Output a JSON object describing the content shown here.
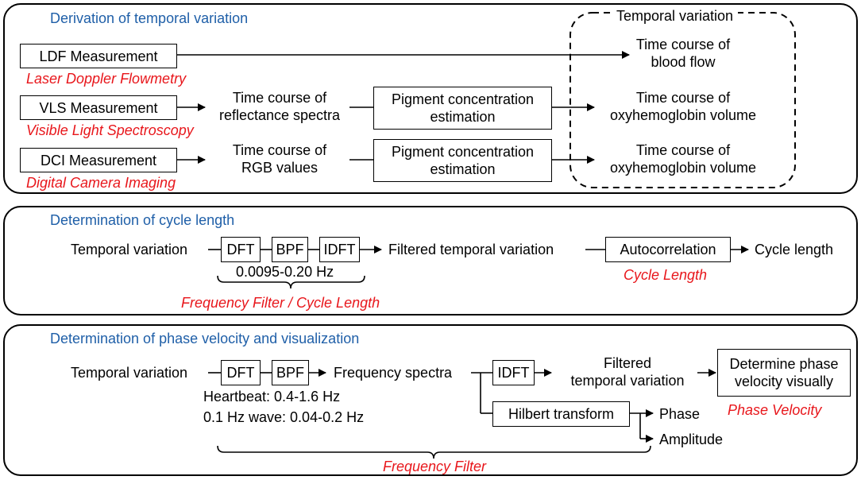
{
  "panel1": {
    "title": "Derivation of temporal variation",
    "ldf": {
      "box": "LDF Measurement",
      "note": "Laser Doppler Flowmetry"
    },
    "vls": {
      "box": "VLS Measurement",
      "note": "Visible Light Spectroscopy"
    },
    "dci": {
      "box": "DCI Measurement",
      "note": "Digital Camera Imaging"
    },
    "vls_out_1": "Time course of",
    "vls_out_2": "reflectance spectra",
    "dci_out_1": "Time course of",
    "dci_out_2": "RGB values",
    "pigment_1": "Pigment concentration",
    "pigment_2": "estimation",
    "temporal_group": "Temporal variation",
    "blood_1": "Time course of",
    "blood_2": "blood flow",
    "oxy_1": "Time course of",
    "oxy_2": "oxyhemoglobin volume"
  },
  "panel2": {
    "title": "Determination of cycle length",
    "input": "Temporal variation",
    "dft": "DFT",
    "bpf": "BPF",
    "idft": "IDFT",
    "band": "0.0095-0.20 Hz",
    "filter_note": "Frequency Filter / Cycle Length",
    "filtered": "Filtered temporal variation",
    "autocorr": "Autocorrelation",
    "autocorr_note": "Cycle Length",
    "output": "Cycle length"
  },
  "panel3": {
    "title": "Determination of phase velocity and visualization",
    "input": "Temporal variation",
    "dft": "DFT",
    "bpf": "BPF",
    "spectra": "Frequency spectra",
    "heartbeat": "Heartbeat: 0.4-1.6 Hz",
    "wave": "0.1 Hz wave: 0.04-0.2 Hz",
    "idft": "IDFT",
    "filtered_1": "Filtered",
    "filtered_2": "temporal variation",
    "hilbert": "Hilbert transform",
    "phase": "Phase",
    "amplitude": "Amplitude",
    "determine_1": "Determine phase",
    "determine_2": "velocity visually",
    "velocity_note": "Phase Velocity",
    "filter_note": "Frequency Filter"
  }
}
